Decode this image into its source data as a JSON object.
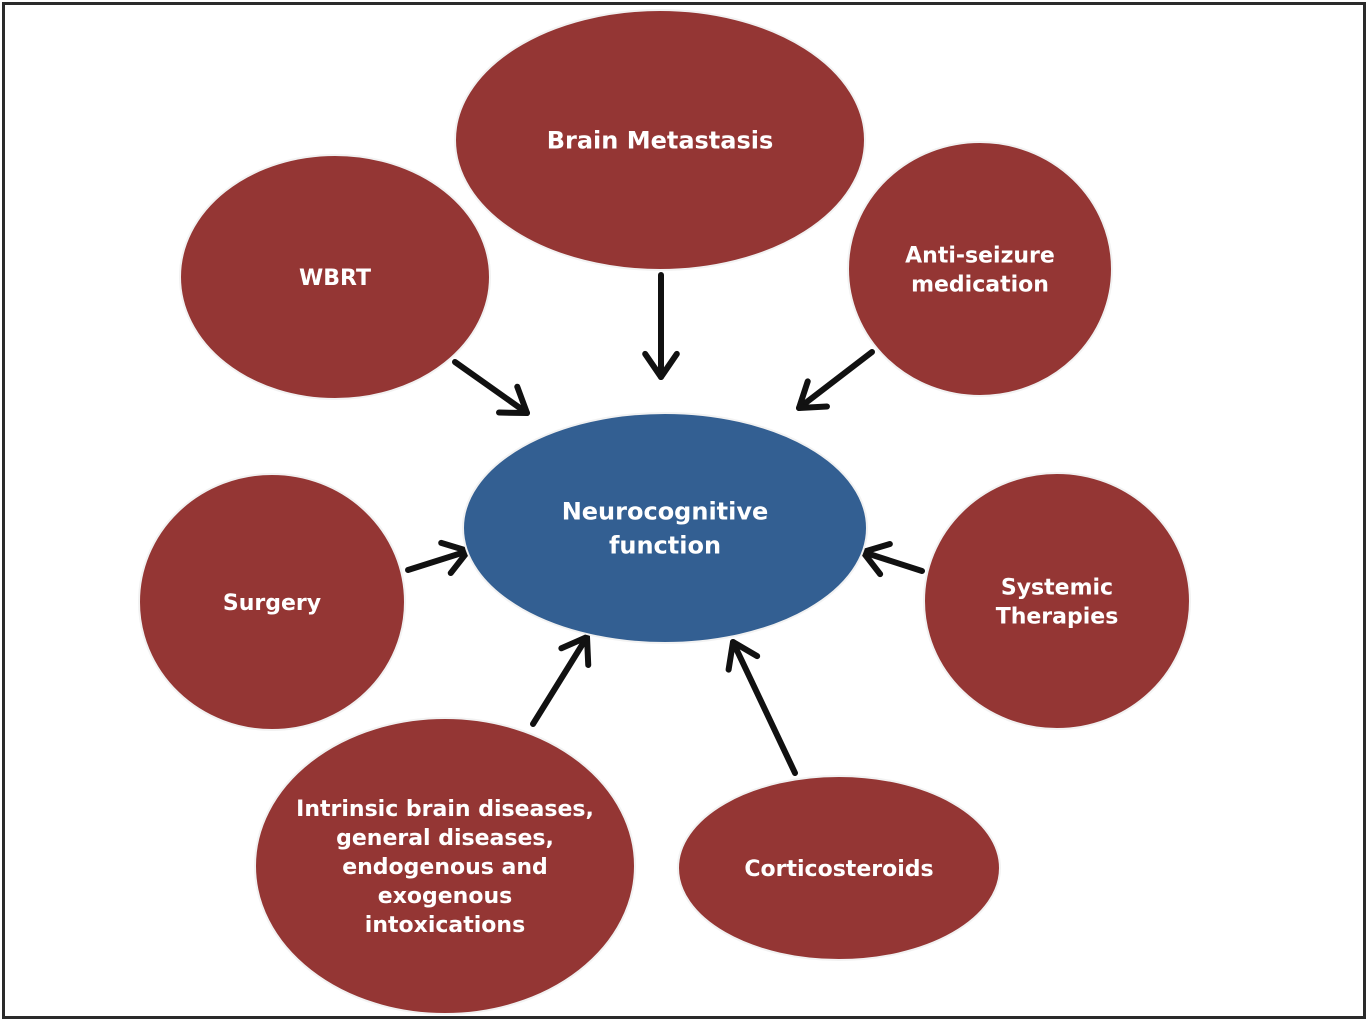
{
  "colors": {
    "outer_node": "#943634",
    "center_node": "#335f92",
    "node_outline": "#f2f2f2",
    "arrow": "#111111",
    "border": "#2a2a2a"
  },
  "diagram": {
    "center": {
      "lines": [
        "Neurocognitive",
        "function"
      ]
    },
    "nodes": [
      {
        "id": "brain-metastasis",
        "lines": [
          "Brain Metastasis"
        ]
      },
      {
        "id": "wbrt",
        "lines": [
          "WBRT"
        ]
      },
      {
        "id": "anti-seizure-medication",
        "lines": [
          "Anti-seizure",
          "medication"
        ]
      },
      {
        "id": "surgery",
        "lines": [
          "Surgery"
        ]
      },
      {
        "id": "systemic-therapies",
        "lines": [
          "Systemic",
          "Therapies"
        ]
      },
      {
        "id": "intrinsic-brain-diseases",
        "lines": [
          "Intrinsic brain diseases,",
          "general diseases,",
          "endogenous and",
          "exogenous",
          "intoxications"
        ]
      },
      {
        "id": "corticosteroids",
        "lines": [
          "Corticosteroids"
        ]
      }
    ]
  }
}
